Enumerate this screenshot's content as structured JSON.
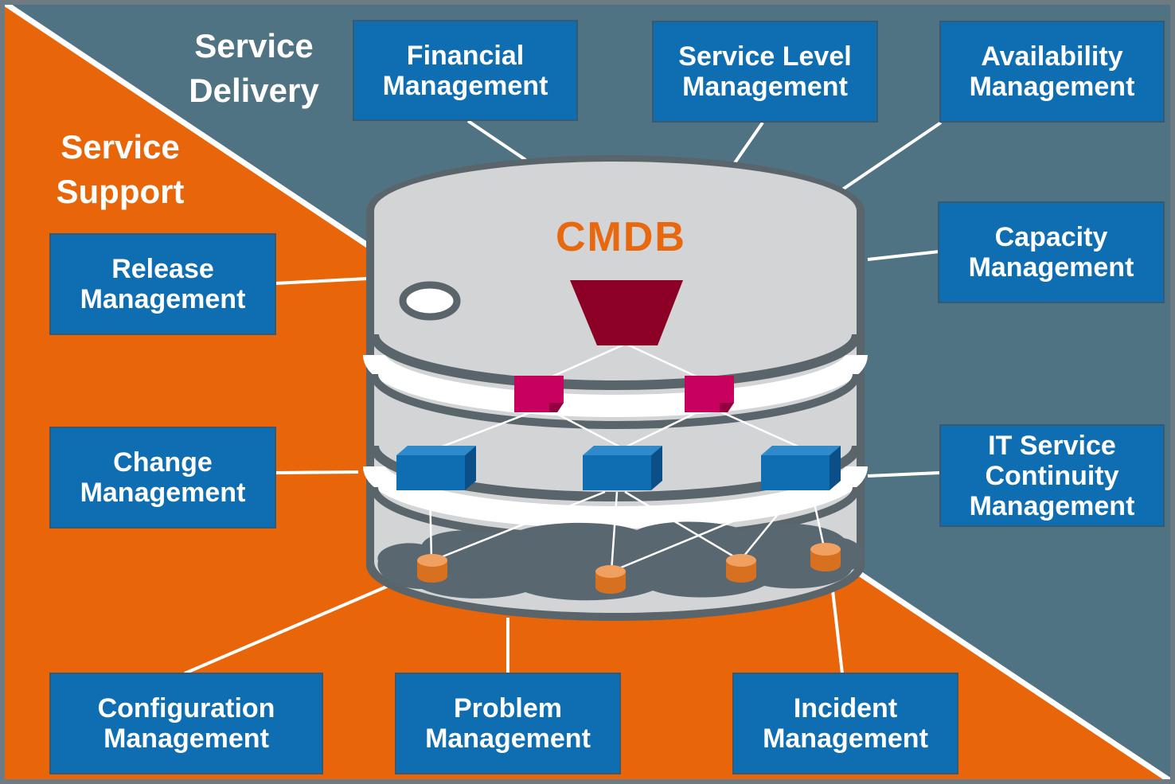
{
  "regions": {
    "service_delivery": "Service\nDelivery",
    "service_support": "Service\nSupport"
  },
  "cmdb": {
    "title": "CMDB"
  },
  "delivery_processes": {
    "financial": "Financial\nManagement",
    "service_level": "Service Level\nManagement",
    "availability": "Availability\nManagement",
    "capacity": "Capacity\nManagement",
    "continuity": "IT Service\nContinuity\nManagement"
  },
  "support_processes": {
    "release": "Release\nManagement",
    "change": "Change\nManagement",
    "configuration": "Configuration\nManagement",
    "problem": "Problem\nManagement",
    "incident": "Incident\nManagement"
  },
  "colors": {
    "service_delivery_bg": "#4f7383",
    "service_support_bg": "#e8650a",
    "process_box": "#0f6eb2",
    "cmdb_title": "#e8680f",
    "database_body": "#d2d4d5",
    "top_node": "#8b0024",
    "mid_nodes": "#c8005e",
    "lower_nodes": "#0f6eb2",
    "cloud": "#586770",
    "leaf_nodes": "#e8853a"
  }
}
